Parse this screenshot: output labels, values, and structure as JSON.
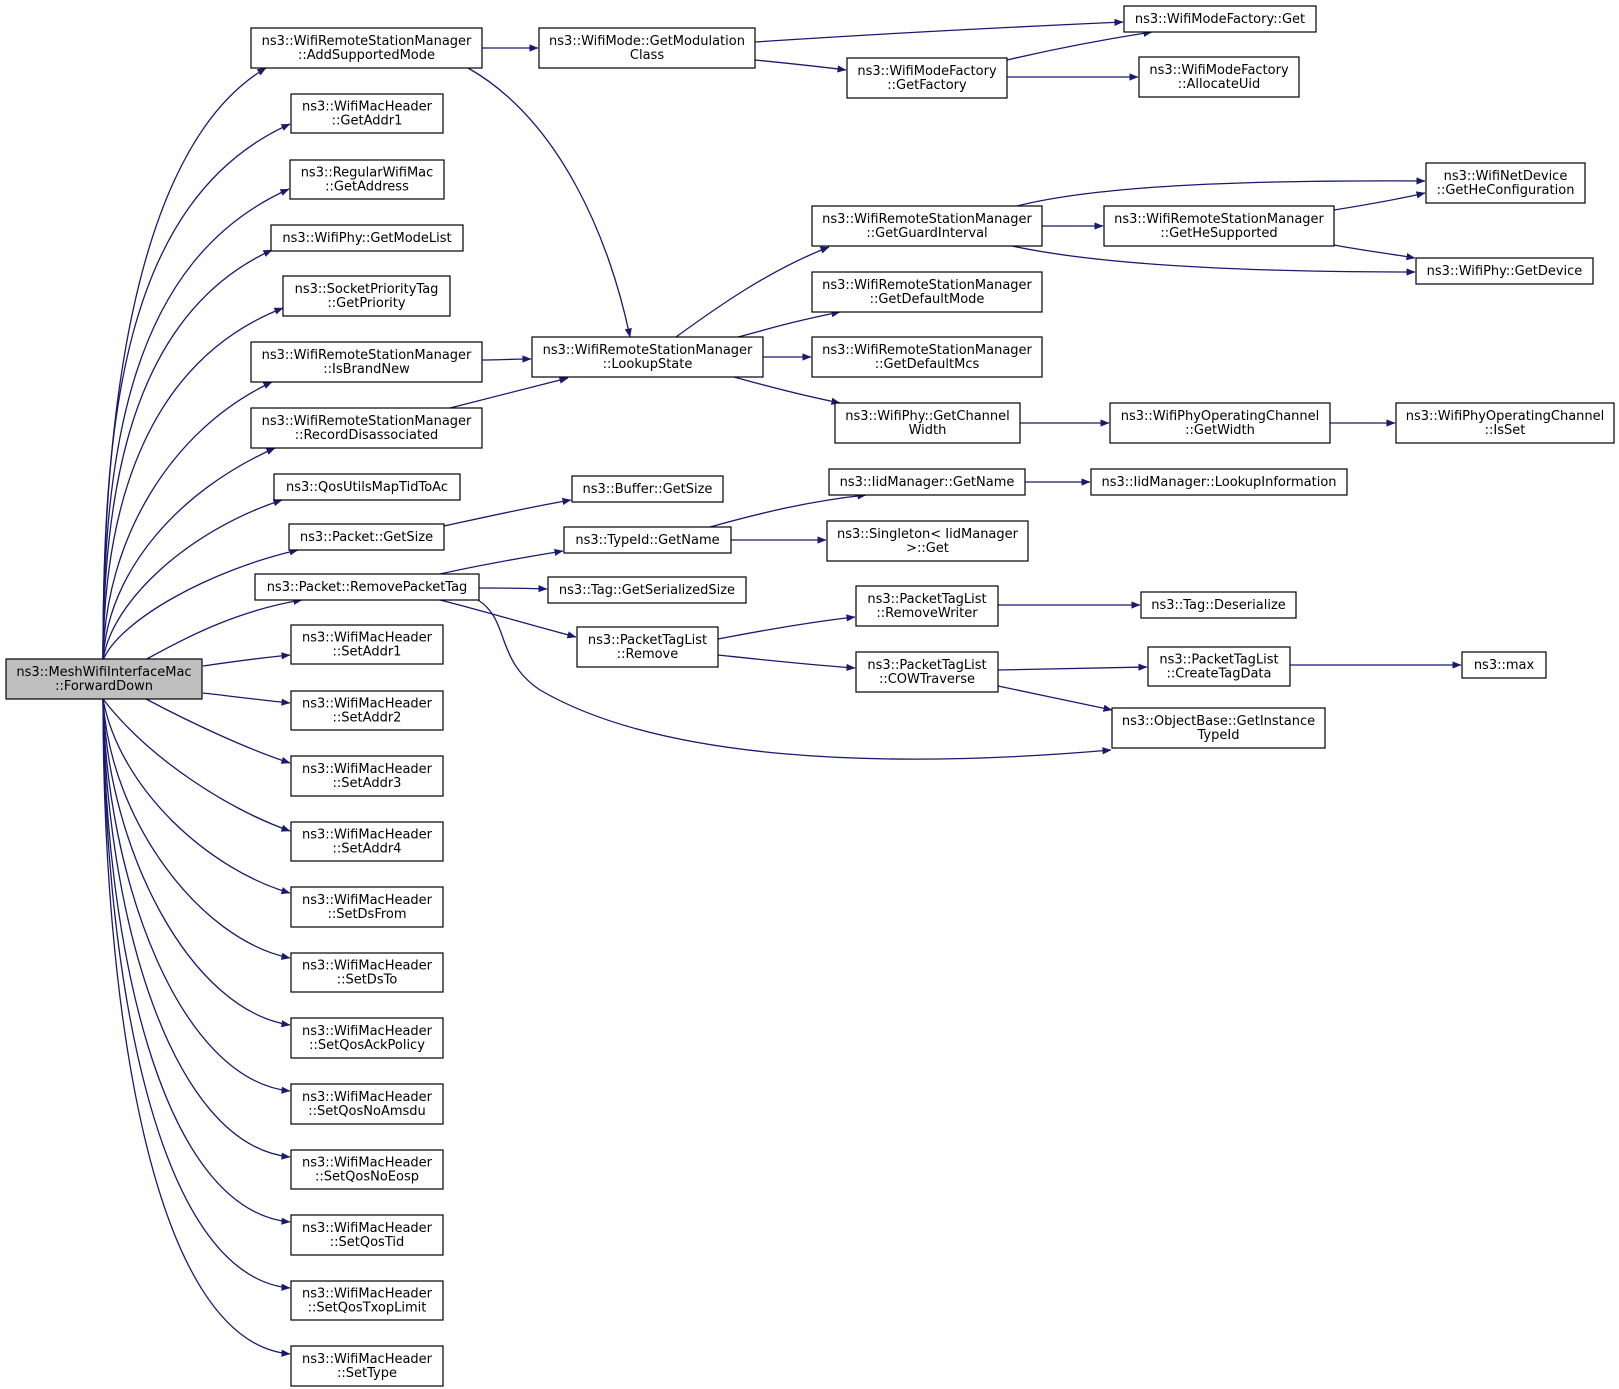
{
  "colors": {
    "edge": "#191970",
    "root_fill": "#bfbfbf",
    "node_fill": "#ffffff",
    "border": "#000000"
  },
  "nodes": [
    {
      "id": "root",
      "lines": [
        "ns3::MeshWifiInterfaceMac",
        "::ForwardDown"
      ],
      "root": true
    },
    {
      "id": "addSupportedMode",
      "lines": [
        "ns3::WifiRemoteStationManager",
        "::AddSupportedMode"
      ]
    },
    {
      "id": "getAddr1",
      "lines": [
        "ns3::WifiMacHeader",
        "::GetAddr1"
      ]
    },
    {
      "id": "getAddress",
      "lines": [
        "ns3::RegularWifiMac",
        "::GetAddress"
      ]
    },
    {
      "id": "getModeList",
      "lines": [
        "ns3::WifiPhy::GetModeList"
      ]
    },
    {
      "id": "getPriority",
      "lines": [
        "ns3::SocketPriorityTag",
        "::GetPriority"
      ]
    },
    {
      "id": "isBrandNew",
      "lines": [
        "ns3::WifiRemoteStationManager",
        "::IsBrandNew"
      ]
    },
    {
      "id": "recordDisassociated",
      "lines": [
        "ns3::WifiRemoteStationManager",
        "::RecordDisassociated"
      ]
    },
    {
      "id": "qosUtils",
      "lines": [
        "ns3::QosUtilsMapTidToAc"
      ]
    },
    {
      "id": "packetGetSize",
      "lines": [
        "ns3::Packet::GetSize"
      ]
    },
    {
      "id": "removePacketTag",
      "lines": [
        "ns3::Packet::RemovePacketTag"
      ]
    },
    {
      "id": "setAddr1",
      "lines": [
        "ns3::WifiMacHeader",
        "::SetAddr1"
      ]
    },
    {
      "id": "setAddr2",
      "lines": [
        "ns3::WifiMacHeader",
        "::SetAddr2"
      ]
    },
    {
      "id": "setAddr3",
      "lines": [
        "ns3::WifiMacHeader",
        "::SetAddr3"
      ]
    },
    {
      "id": "setAddr4",
      "lines": [
        "ns3::WifiMacHeader",
        "::SetAddr4"
      ]
    },
    {
      "id": "setDsFrom",
      "lines": [
        "ns3::WifiMacHeader",
        "::SetDsFrom"
      ]
    },
    {
      "id": "setDsTo",
      "lines": [
        "ns3::WifiMacHeader",
        "::SetDsTo"
      ]
    },
    {
      "id": "setQosAckPolicy",
      "lines": [
        "ns3::WifiMacHeader",
        "::SetQosAckPolicy"
      ]
    },
    {
      "id": "setQosNoAmsdu",
      "lines": [
        "ns3::WifiMacHeader",
        "::SetQosNoAmsdu"
      ]
    },
    {
      "id": "setQosNoEosp",
      "lines": [
        "ns3::WifiMacHeader",
        "::SetQosNoEosp"
      ]
    },
    {
      "id": "setQosTid",
      "lines": [
        "ns3::WifiMacHeader",
        "::SetQosTid"
      ]
    },
    {
      "id": "setQosTxopLimit",
      "lines": [
        "ns3::WifiMacHeader",
        "::SetQosTxopLimit"
      ]
    },
    {
      "id": "setType",
      "lines": [
        "ns3::WifiMacHeader",
        "::SetType"
      ]
    },
    {
      "id": "getModulationClass",
      "lines": [
        "ns3::WifiMode::GetModulation",
        "Class"
      ]
    },
    {
      "id": "lookupState",
      "lines": [
        "ns3::WifiRemoteStationManager",
        "::LookupState"
      ]
    },
    {
      "id": "bufferGetSize",
      "lines": [
        "ns3::Buffer::GetSize"
      ]
    },
    {
      "id": "typeIdGetName",
      "lines": [
        "ns3::TypeId::GetName"
      ]
    },
    {
      "id": "tagGetSerializedSize",
      "lines": [
        "ns3::Tag::GetSerializedSize"
      ]
    },
    {
      "id": "packetTagListRemove",
      "lines": [
        "ns3::PacketTagList",
        "::Remove"
      ]
    },
    {
      "id": "wifiModeFactoryGet",
      "lines": [
        "ns3::WifiModeFactory::Get"
      ]
    },
    {
      "id": "getFactory",
      "lines": [
        "ns3::WifiModeFactory",
        "::GetFactory"
      ]
    },
    {
      "id": "allocateUid",
      "lines": [
        "ns3::WifiModeFactory",
        "::AllocateUid"
      ]
    },
    {
      "id": "getGuardInterval",
      "lines": [
        "ns3::WifiRemoteStationManager",
        "::GetGuardInterval"
      ]
    },
    {
      "id": "getDefaultMode",
      "lines": [
        "ns3::WifiRemoteStationManager",
        "::GetDefaultMode"
      ]
    },
    {
      "id": "getDefaultMcs",
      "lines": [
        "ns3::WifiRemoteStationManager",
        "::GetDefaultMcs"
      ]
    },
    {
      "id": "getChannelWidth",
      "lines": [
        "ns3::WifiPhy::GetChannel",
        "Width"
      ]
    },
    {
      "id": "getHeSupported",
      "lines": [
        "ns3::WifiRemoteStationManager",
        "::GetHeSupported"
      ]
    },
    {
      "id": "getHeConfiguration",
      "lines": [
        "ns3::WifiNetDevice",
        "::GetHeConfiguration"
      ]
    },
    {
      "id": "wifiPhyGetDevice",
      "lines": [
        "ns3::WifiPhy::GetDevice"
      ]
    },
    {
      "id": "opChannelGetWidth",
      "lines": [
        "ns3::WifiPhyOperatingChannel",
        "::GetWidth"
      ]
    },
    {
      "id": "opChannelIsSet",
      "lines": [
        "ns3::WifiPhyOperatingChannel",
        "::IsSet"
      ]
    },
    {
      "id": "iidGetName",
      "lines": [
        "ns3::IidManager::GetName"
      ]
    },
    {
      "id": "iidLookupInformation",
      "lines": [
        "ns3::IidManager::LookupInformation"
      ]
    },
    {
      "id": "singletonGet",
      "lines": [
        "ns3::Singleton< IidManager",
        ">::Get"
      ]
    },
    {
      "id": "removeWriter",
      "lines": [
        "ns3::PacketTagList",
        "::RemoveWriter"
      ]
    },
    {
      "id": "cowTraverse",
      "lines": [
        "ns3::PacketTagList",
        "::COWTraverse"
      ]
    },
    {
      "id": "tagDeserialize",
      "lines": [
        "ns3::Tag::Deserialize"
      ]
    },
    {
      "id": "createTagData",
      "lines": [
        "ns3::PacketTagList",
        "::CreateTagData"
      ]
    },
    {
      "id": "max",
      "lines": [
        "ns3::max"
      ]
    },
    {
      "id": "getInstanceTypeId",
      "lines": [
        "ns3::ObjectBase::GetInstance",
        "TypeId"
      ]
    }
  ],
  "edges": [
    {
      "from": "root",
      "to": "addSupportedMode"
    },
    {
      "from": "root",
      "to": "getAddr1"
    },
    {
      "from": "root",
      "to": "getAddress"
    },
    {
      "from": "root",
      "to": "getModeList"
    },
    {
      "from": "root",
      "to": "getPriority"
    },
    {
      "from": "root",
      "to": "isBrandNew"
    },
    {
      "from": "root",
      "to": "recordDisassociated"
    },
    {
      "from": "root",
      "to": "qosUtils"
    },
    {
      "from": "root",
      "to": "packetGetSize"
    },
    {
      "from": "root",
      "to": "removePacketTag"
    },
    {
      "from": "root",
      "to": "setAddr1"
    },
    {
      "from": "root",
      "to": "setAddr2"
    },
    {
      "from": "root",
      "to": "setAddr3"
    },
    {
      "from": "root",
      "to": "setAddr4"
    },
    {
      "from": "root",
      "to": "setDsFrom"
    },
    {
      "from": "root",
      "to": "setDsTo"
    },
    {
      "from": "root",
      "to": "setQosAckPolicy"
    },
    {
      "from": "root",
      "to": "setQosNoAmsdu"
    },
    {
      "from": "root",
      "to": "setQosNoEosp"
    },
    {
      "from": "root",
      "to": "setQosTid"
    },
    {
      "from": "root",
      "to": "setQosTxopLimit"
    },
    {
      "from": "root",
      "to": "setType"
    },
    {
      "from": "addSupportedMode",
      "to": "getModulationClass"
    },
    {
      "from": "addSupportedMode",
      "to": "lookupState"
    },
    {
      "from": "isBrandNew",
      "to": "lookupState"
    },
    {
      "from": "recordDisassociated",
      "to": "lookupState"
    },
    {
      "from": "packetGetSize",
      "to": "bufferGetSize"
    },
    {
      "from": "removePacketTag",
      "to": "typeIdGetName"
    },
    {
      "from": "removePacketTag",
      "to": "tagGetSerializedSize"
    },
    {
      "from": "removePacketTag",
      "to": "packetTagListRemove"
    },
    {
      "from": "removePacketTag",
      "to": "getInstanceTypeId"
    },
    {
      "from": "getModulationClass",
      "to": "wifiModeFactoryGet"
    },
    {
      "from": "getModulationClass",
      "to": "getFactory"
    },
    {
      "from": "getFactory",
      "to": "wifiModeFactoryGet"
    },
    {
      "from": "getFactory",
      "to": "allocateUid"
    },
    {
      "from": "lookupState",
      "to": "getGuardInterval"
    },
    {
      "from": "lookupState",
      "to": "getDefaultMode"
    },
    {
      "from": "lookupState",
      "to": "getDefaultMcs"
    },
    {
      "from": "lookupState",
      "to": "getChannelWidth"
    },
    {
      "from": "getGuardInterval",
      "to": "getHeConfiguration"
    },
    {
      "from": "getGuardInterval",
      "to": "getHeSupported"
    },
    {
      "from": "getGuardInterval",
      "to": "wifiPhyGetDevice"
    },
    {
      "from": "getHeSupported",
      "to": "getHeConfiguration"
    },
    {
      "from": "getHeSupported",
      "to": "wifiPhyGetDevice"
    },
    {
      "from": "getChannelWidth",
      "to": "opChannelGetWidth"
    },
    {
      "from": "opChannelGetWidth",
      "to": "opChannelIsSet"
    },
    {
      "from": "typeIdGetName",
      "to": "iidGetName"
    },
    {
      "from": "typeIdGetName",
      "to": "singletonGet"
    },
    {
      "from": "iidGetName",
      "to": "iidLookupInformation"
    },
    {
      "from": "packetTagListRemove",
      "to": "removeWriter"
    },
    {
      "from": "packetTagListRemove",
      "to": "cowTraverse"
    },
    {
      "from": "removeWriter",
      "to": "tagDeserialize"
    },
    {
      "from": "cowTraverse",
      "to": "createTagData"
    },
    {
      "from": "cowTraverse",
      "to": "getInstanceTypeId"
    },
    {
      "from": "createTagData",
      "to": "max"
    }
  ]
}
